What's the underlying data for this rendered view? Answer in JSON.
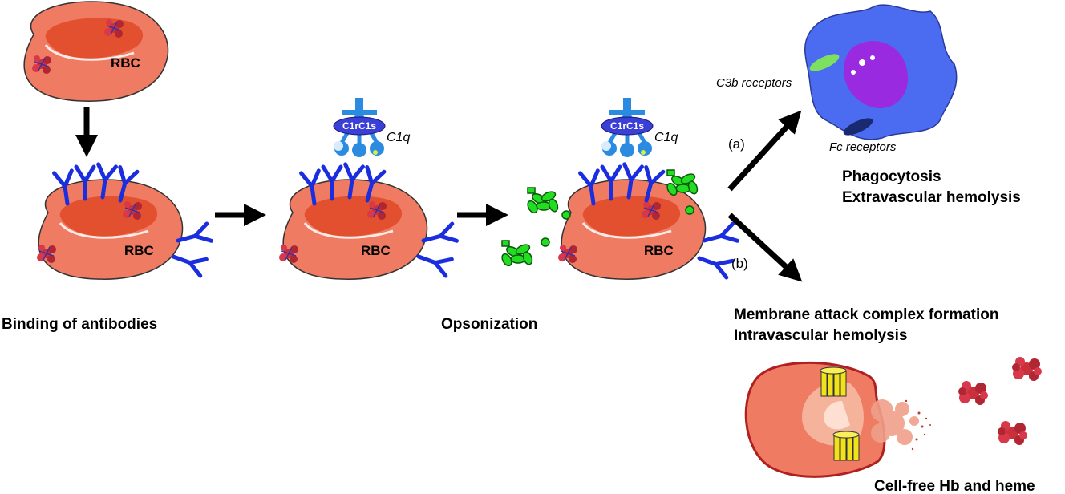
{
  "labels": {
    "rbc": "RBC",
    "c1rc1s": "C1rC1s",
    "c1q": "C1q",
    "c3b_receptors": "C3b receptors",
    "fc_receptors": "Fc receptors",
    "path_a": "(a)",
    "path_b": "(b)",
    "step_binding": "Binding of antibodies",
    "step_opsonization": "Opsonization",
    "phagocytosis": "Phagocytosis",
    "extravascular": "Extravascular hemolysis",
    "mac_formation": "Membrane attack complex formation",
    "intravascular": "Intravascular hemolysis",
    "cell_free": "Cell-free Hb and heme"
  },
  "colors": {
    "rbc_fill": "#ef7b62",
    "rbc_inner": "#e2502f",
    "antibody": "#1a2ee0",
    "c1_blue": "#2b8be0",
    "c1rc1s": "#3a3fd6",
    "complement_green": "#22dd22",
    "macrophage": "#4b6cf0",
    "nucleus": "#9a2ae0",
    "mac_pore": "#f2e21a",
    "hemoglobin": "#c9303a",
    "arrow": "#000000"
  },
  "icons": [
    "rbc-icon",
    "antibody-icon",
    "c1-complex-icon",
    "complement-icon",
    "macrophage-icon",
    "mac-pore-icon",
    "hemoglobin-icon",
    "arrow-icon"
  ]
}
